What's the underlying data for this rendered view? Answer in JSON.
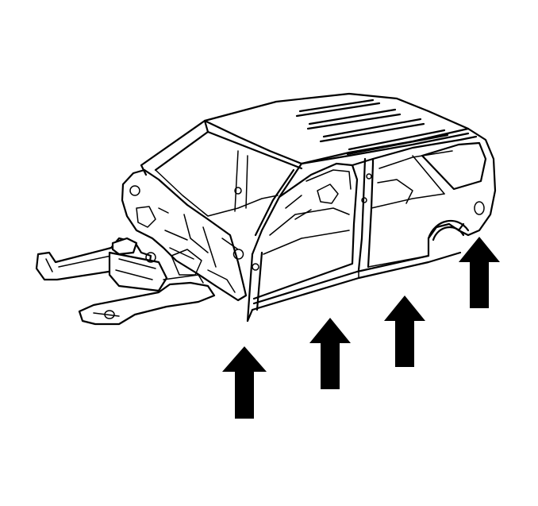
{
  "diagram": {
    "subject": "vehicle-body-shell",
    "line_color": "#000000",
    "background": "#ffffff",
    "arrows": [
      {
        "id": "arrow-1",
        "direction": "up"
      },
      {
        "id": "arrow-2",
        "direction": "up"
      },
      {
        "id": "arrow-3",
        "direction": "up"
      },
      {
        "id": "arrow-4",
        "direction": "up"
      }
    ]
  }
}
